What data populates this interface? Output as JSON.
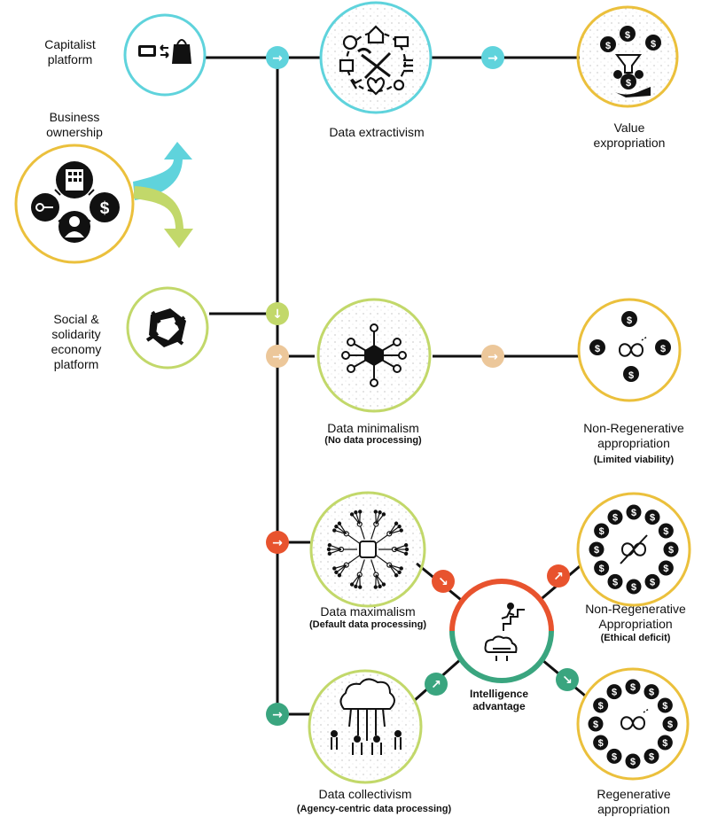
{
  "nodes": {
    "capitalist": {
      "label": "Capitalist\nplatform"
    },
    "business": {
      "label": "Business\nownership"
    },
    "sse": {
      "label": "Social &\nsolidarity\neconomy\nplatform"
    },
    "extractivism": {
      "label": "Data extractivism"
    },
    "expropriation": {
      "label": "Value\nexpropriation"
    },
    "minimalism": {
      "label": "Data minimalism",
      "sub": "(No data processing)"
    },
    "nonregen1": {
      "label": "Non-Regenerative\nappropriation",
      "sub": "(Limited viability)"
    },
    "maximalism": {
      "label": "Data maximalism",
      "sub": "(Default data processing)"
    },
    "nonregen2": {
      "label": "Non-Regenerative\nAppropriation",
      "sub": "(Ethical deficit)"
    },
    "collectivism": {
      "label": "Data collectivism",
      "sub": "(Agency-centric data processing)"
    },
    "intelligence": {
      "label": "Intelligence\nadvantage"
    },
    "regen": {
      "label": "Regenerative\nappropriation"
    }
  },
  "colors": {
    "cyan": "#5fd3dc",
    "lime": "#c2d86a",
    "peach": "#ecc79a",
    "red": "#e8532e",
    "teal": "#3aa57f",
    "gold": "#ebc03c",
    "line": "#111111"
  },
  "icons": {
    "capitalist": "money-bag-exchange-icon",
    "business": "building-key-dollar-person-icon",
    "sse": "square-knot-icon",
    "extractivism": "extraction-tools-cycle-icon",
    "expropriation": "funnel-dollar-hand-icon",
    "minimalism": "hexagon-network-icon",
    "nonregen1": "infinity-dollar-icon",
    "maximalism": "expanding-network-icon",
    "nonregen2": "crossed-infinity-dollar-icon",
    "collectivism": "cloud-tree-people-icon",
    "intelligence": "stair-climber-cloud-icon",
    "regen": "regenerative-infinity-icon"
  },
  "symbols": {
    "dollar": "$",
    "arrow_right": "→",
    "arrow_down": "↓",
    "arrow_diag_up": "↗",
    "arrow_diag_down": "↘"
  }
}
